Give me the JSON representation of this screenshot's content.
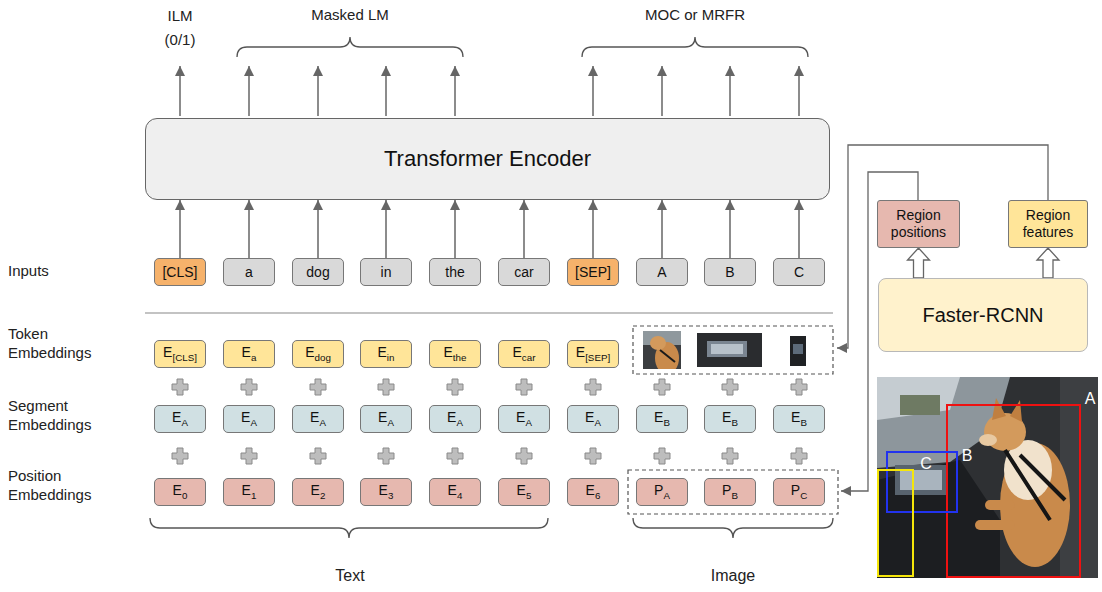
{
  "diagram": {
    "nodes": [
      {
        "text": [
          "Transformer Encoder"
        ]
      },
      {
        "text": [
          "[CLS]"
        ]
      },
      {
        "text": [
          "a"
        ]
      },
      {
        "text": [
          "dog"
        ]
      },
      {
        "text": [
          "in"
        ]
      },
      {
        "text": [
          "the"
        ]
      },
      {
        "text": [
          "car"
        ]
      },
      {
        "text": [
          "[SEP]"
        ]
      },
      {
        "text": [
          "A"
        ]
      },
      {
        "text": [
          "B"
        ]
      },
      {
        "text": [
          "C"
        ]
      },
      {
        "text": [
          "Region positions"
        ]
      },
      {
        "text": [
          "Region features"
        ]
      },
      {
        "text": [
          "Faster-RCNN"
        ]
      },
      {
        "text": [
          "E",
          "[CLS]"
        ]
      },
      {
        "text": [
          "E",
          "a"
        ]
      },
      {
        "text": [
          "E",
          "dog"
        ]
      },
      {
        "text": [
          "E",
          "in"
        ]
      },
      {
        "text": [
          "E",
          "the"
        ]
      },
      {
        "text": [
          "E",
          "car"
        ]
      },
      {
        "text": [
          "E",
          "[SEP]"
        ]
      },
      {
        "text": [
          "E",
          "A"
        ]
      },
      {
        "text": [
          "E",
          "A"
        ]
      },
      {
        "text": [
          "E",
          "A"
        ]
      },
      {
        "text": [
          "E",
          "A"
        ]
      },
      {
        "text": [
          "E",
          "A"
        ]
      },
      {
        "text": [
          "E",
          "A"
        ]
      },
      {
        "text": [
          "E",
          "A"
        ]
      },
      {
        "text": [
          "E",
          "B"
        ]
      },
      {
        "text": [
          "E",
          "B"
        ]
      },
      {
        "text": [
          "E",
          "B"
        ]
      },
      {
        "text": [
          "E",
          "0"
        ]
      },
      {
        "text": [
          "E",
          "1"
        ]
      },
      {
        "text": [
          "E",
          "2"
        ]
      },
      {
        "text": [
          "E",
          "3"
        ]
      },
      {
        "text": [
          "E",
          "4"
        ]
      },
      {
        "text": [
          "E",
          "5"
        ]
      },
      {
        "text": [
          "E",
          "6"
        ]
      },
      {
        "text": [
          "P",
          "A"
        ]
      },
      {
        "text": [
          "P",
          "B"
        ]
      },
      {
        "text": [
          "P",
          "C"
        ]
      }
    ],
    "edges": [
      {
        "from": 1,
        "to": 0,
        "arrow": "to"
      },
      {
        "from": 2,
        "to": 0,
        "arrow": "to"
      },
      {
        "from": 3,
        "to": 0,
        "arrow": "to"
      },
      {
        "from": 4,
        "to": 0,
        "arrow": "to"
      },
      {
        "from": 5,
        "to": 0,
        "arrow": "to"
      },
      {
        "from": 6,
        "to": 0,
        "arrow": "to"
      },
      {
        "from": 7,
        "to": 0,
        "arrow": "to"
      },
      {
        "from": 8,
        "to": 0,
        "arrow": "to"
      },
      {
        "from": 9,
        "to": 0,
        "arrow": "to"
      },
      {
        "from": 10,
        "to": 0,
        "arrow": "to"
      },
      {
        "from": 13,
        "to": 11,
        "arrow": "to"
      },
      {
        "from": 13,
        "to": 12,
        "arrow": "to"
      }
    ],
    "labels": [
      "ILM (0/1)",
      "Masked LM",
      "MOC or MRFR",
      "Inputs",
      "Token Embeddings",
      "Segment Embeddings",
      "Position Embeddings",
      "Text",
      "Image",
      "A",
      "B",
      "C"
    ]
  }
}
